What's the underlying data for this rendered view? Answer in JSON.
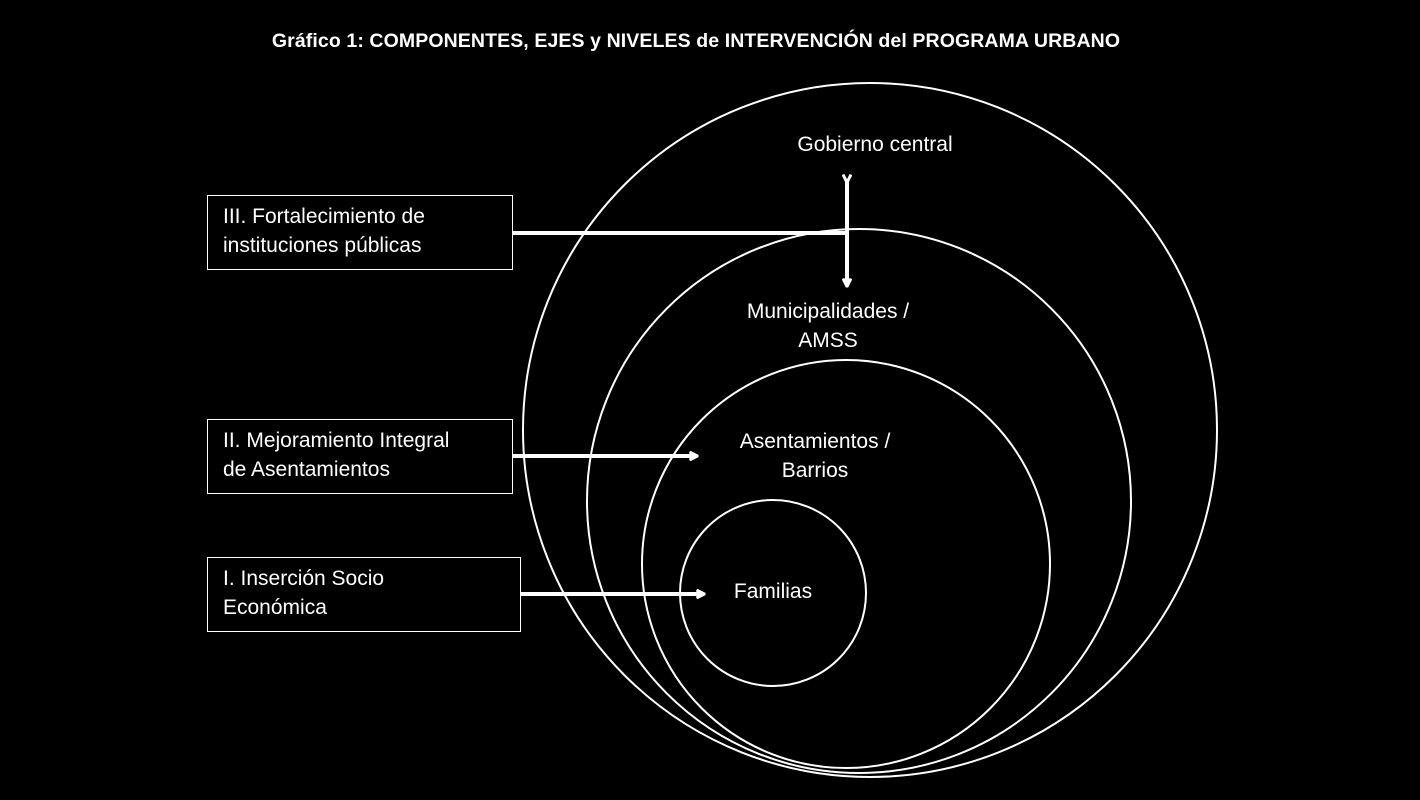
{
  "title": "Gráfico 1: COMPONENTES, EJES y  NIVELES de INTERVENCIÓN del PROGRAMA URBANO",
  "levels": {
    "gobierno": "Gobierno central",
    "municipalidades_1": "Municipalidades /",
    "municipalidades_2": "AMSS",
    "asentamientos_1": "Asentamientos /",
    "asentamientos_2": "Barrios",
    "familias": "Familias"
  },
  "components": {
    "fortalecimiento_1": "III. Fortalecimiento de",
    "fortalecimiento_2": "instituciones públicas",
    "mejoramiento_1": "II. Mejoramiento Integral",
    "mejoramiento_2": "de Asentamientos",
    "insercion_1": "I. Inserción Socio",
    "insercion_2": "Económica"
  },
  "colors": {
    "background": "#000000",
    "foreground": "#ffffff"
  }
}
